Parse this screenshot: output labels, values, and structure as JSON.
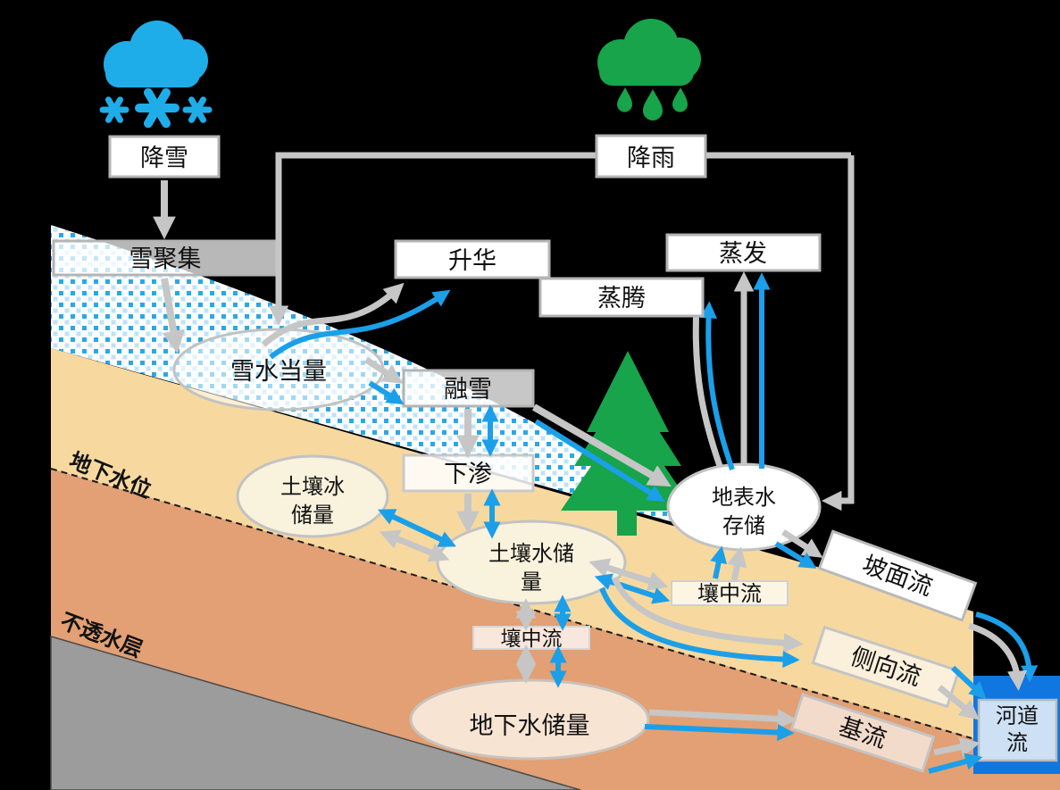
{
  "diagram": {
    "type": "watershed-hydrology-process-diagram",
    "labels": {
      "snowfall": "降雪",
      "rainfall": "降雨",
      "snow_accumulation": "雪聚集",
      "sublimation": "升华",
      "transpiration": "蒸腾",
      "evaporation": "蒸发",
      "snow_water_equivalent": "雪水当量",
      "snowmelt": "融雪",
      "infiltration": "下渗",
      "water_table": "地下水位",
      "soil_ice_line1": "土壤冰",
      "soil_ice_line2": "储量",
      "soil_water_line1": "土壤水储",
      "soil_water_line2": "量",
      "surface_water_line1": "地表水",
      "surface_water_line2": "存储",
      "interflow_right": "壤中流",
      "interflow_lower": "壤中流",
      "overland_flow": "坡面流",
      "lateral_flow": "侧向流",
      "impermeable_layer": "不透水层",
      "groundwater_storage": "地下水储量",
      "baseflow": "基流",
      "channel_flow_line1": "河道",
      "channel_flow_line2": "流"
    },
    "colors": {
      "background": "#000000",
      "blue_arrow": "#1b9fe8",
      "gray_arrow": "#c6c6c6",
      "snow_dot_strong": "#29a8e8",
      "snow_dot_light": "#bfe3f7",
      "soil_tan": "#f7d99f",
      "subsoil_brown": "#e2a074",
      "bedrock_gray": "#9c9c9c",
      "tree_green": "#17a44a",
      "cloud_blue": "#1fadea",
      "cloud_green": "#17a44a",
      "channel_outer_blue": "#1076e0",
      "channel_inner_fill": "#cde0f4",
      "storage_cream": "#f9f2dd",
      "groundwater_pink": "#f8e4d3",
      "lateral_fill": "#faf0dc",
      "baseflow_fill": "#f3dbcb"
    }
  }
}
